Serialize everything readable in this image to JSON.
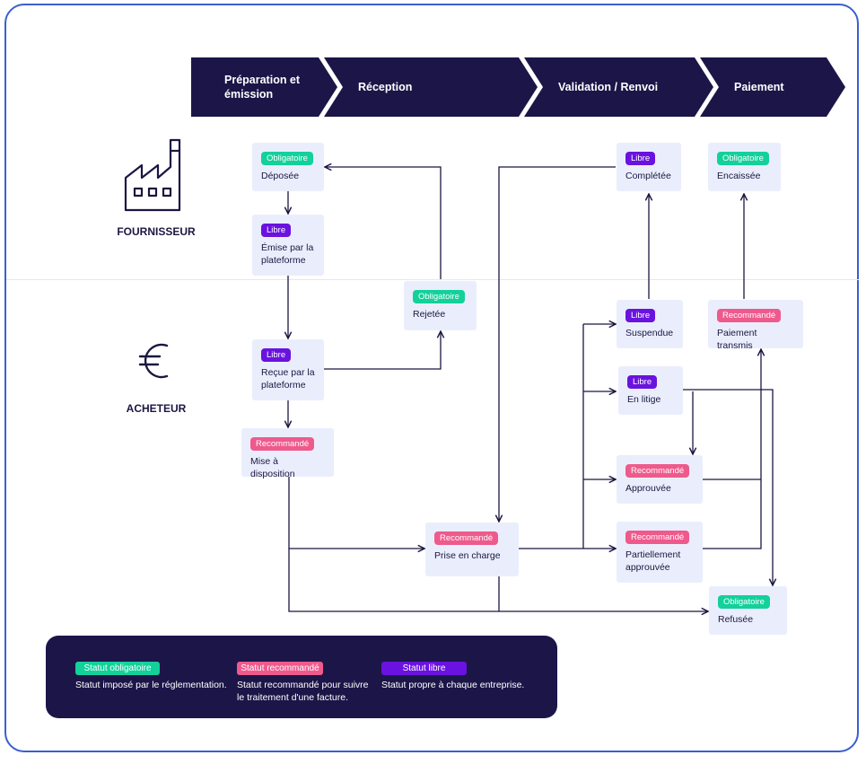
{
  "phases": [
    {
      "label_line1": "Préparation et",
      "label_line2": "émission"
    },
    {
      "label_line1": "Réception",
      "label_line2": ""
    },
    {
      "label_line1": "Validation / Renvoi",
      "label_line2": ""
    },
    {
      "label_line1": "Paiement",
      "label_line2": ""
    }
  ],
  "actors": {
    "supplier": {
      "label": "FOURNISSEUR",
      "icon": "factory-icon"
    },
    "buyer": {
      "label": "ACHETEUR",
      "icon": "euro-icon"
    }
  },
  "badge_labels": {
    "mandatory": "Obligatoire",
    "free": "Libre",
    "recommended": "Recommandé"
  },
  "colors": {
    "mandatory": "#12d19a",
    "free": "#6a12df",
    "recommended": "#ee5a8c",
    "dark": "#1c1548",
    "node_bg": "#eaeefc"
  },
  "nodes": {
    "deposee": {
      "badge": "Obligatoire",
      "line1": "Déposée",
      "line2": ""
    },
    "emise": {
      "badge": "Libre",
      "line1": "Émise par la",
      "line2": "plateforme"
    },
    "recue": {
      "badge": "Libre",
      "line1": "Reçue par la",
      "line2": "plateforme"
    },
    "mise": {
      "badge": "Recommandé",
      "line1": "Mise à disposition",
      "line2": ""
    },
    "rejetee": {
      "badge": "Obligatoire",
      "line1": "Rejetée",
      "line2": ""
    },
    "prise": {
      "badge": "Recommandé",
      "line1": "Prise en charge",
      "line2": ""
    },
    "completee": {
      "badge": "Libre",
      "line1": "Complétée",
      "line2": ""
    },
    "suspendue": {
      "badge": "Libre",
      "line1": "Suspendue",
      "line2": ""
    },
    "litige": {
      "badge": "Libre",
      "line1": "En litige",
      "line2": ""
    },
    "approuvee": {
      "badge": "Recommandé",
      "line1": "Approuvée",
      "line2": ""
    },
    "partielle": {
      "badge": "Recommandé",
      "line1": "Partiellement",
      "line2": "approuvée"
    },
    "encaissee": {
      "badge": "Obligatoire",
      "line1": "Encaissée",
      "line2": ""
    },
    "paiement": {
      "badge": "Recommandé",
      "line1": "Paiement transmis",
      "line2": ""
    },
    "refusee": {
      "badge": "Obligatoire",
      "line1": "Refusée",
      "line2": ""
    }
  },
  "legend": {
    "mandatory": {
      "badge": "Statut obligatoire",
      "text_line1": "Statut imposé par le réglementation.",
      "text_line2": ""
    },
    "recommended": {
      "badge": "Statut recommandé",
      "text_line1": "Statut recommandé pour suivre",
      "text_line2": "le traitement d'une facture."
    },
    "free": {
      "badge": "Statut libre",
      "text_line1": "Statut propre à chaque entreprise.",
      "text_line2": ""
    }
  }
}
